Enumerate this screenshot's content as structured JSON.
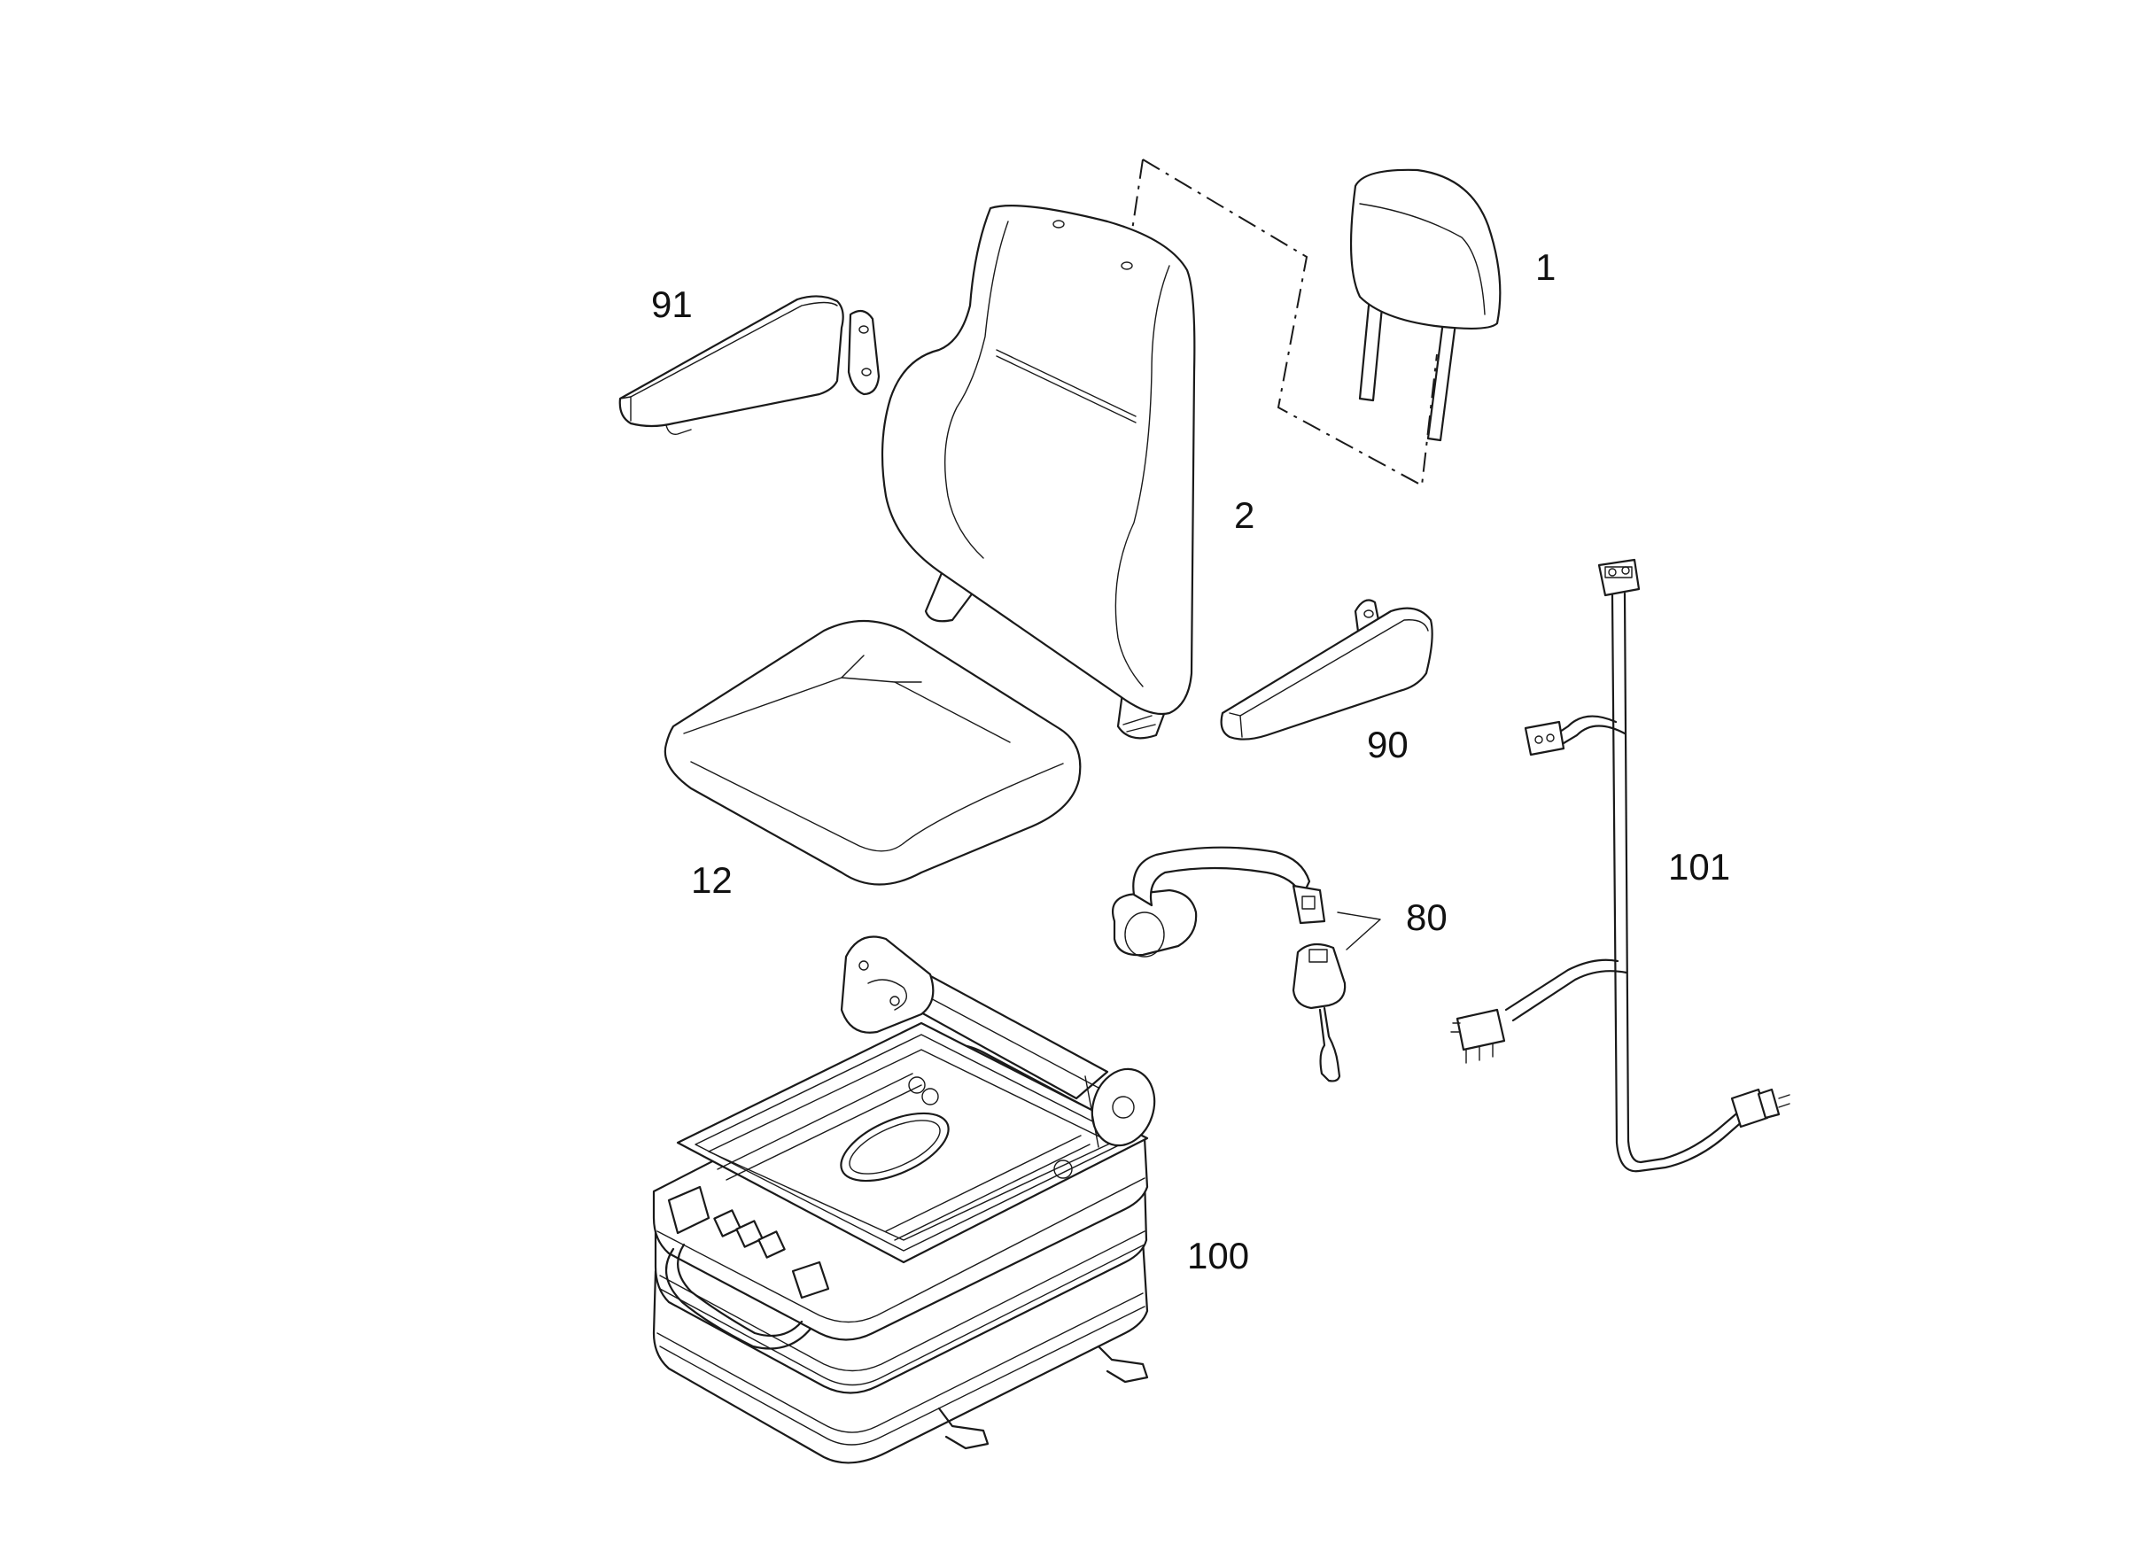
{
  "diagram": {
    "line_color": "#1a1a1a",
    "background": "#ffffff",
    "callouts": {
      "headrest": "1",
      "backrest": "2",
      "seat_cushion": "12",
      "seat_belt": "80",
      "armrest_right": "90",
      "armrest_left": "91",
      "suspension_base": "100",
      "wiring_harness": "101"
    }
  }
}
